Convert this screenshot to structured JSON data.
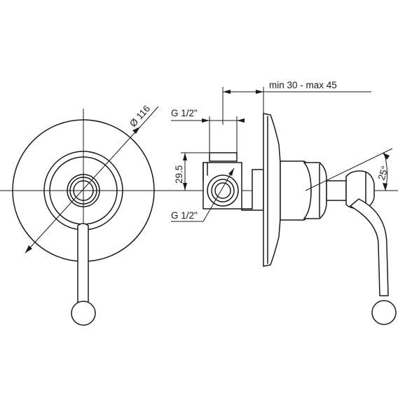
{
  "labels": {
    "diameter": "Ø 116",
    "thread_top": "G 1/2\"",
    "thread_bottom": "G 1/2\"",
    "height": "29.5",
    "depth": "min 30 - max 45",
    "angle": "25°"
  }
}
